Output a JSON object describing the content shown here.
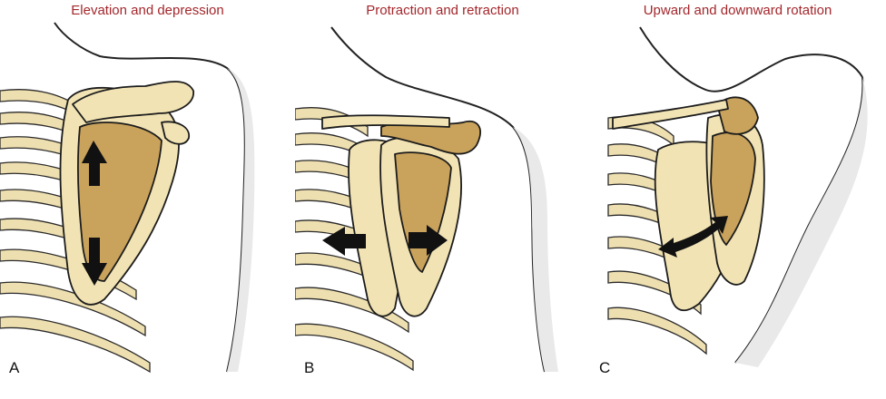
{
  "panels": [
    {
      "letter": "A",
      "title": "Elevation and depression"
    },
    {
      "letter": "B",
      "title": "Protraction and retraction"
    },
    {
      "letter": "C",
      "title": "Upward and downward rotation"
    }
  ],
  "colors": {
    "title": "#a3272c",
    "bone_light": "#f1e3b4",
    "bone_dark": "#c9a25c",
    "arrow": "#111111"
  }
}
